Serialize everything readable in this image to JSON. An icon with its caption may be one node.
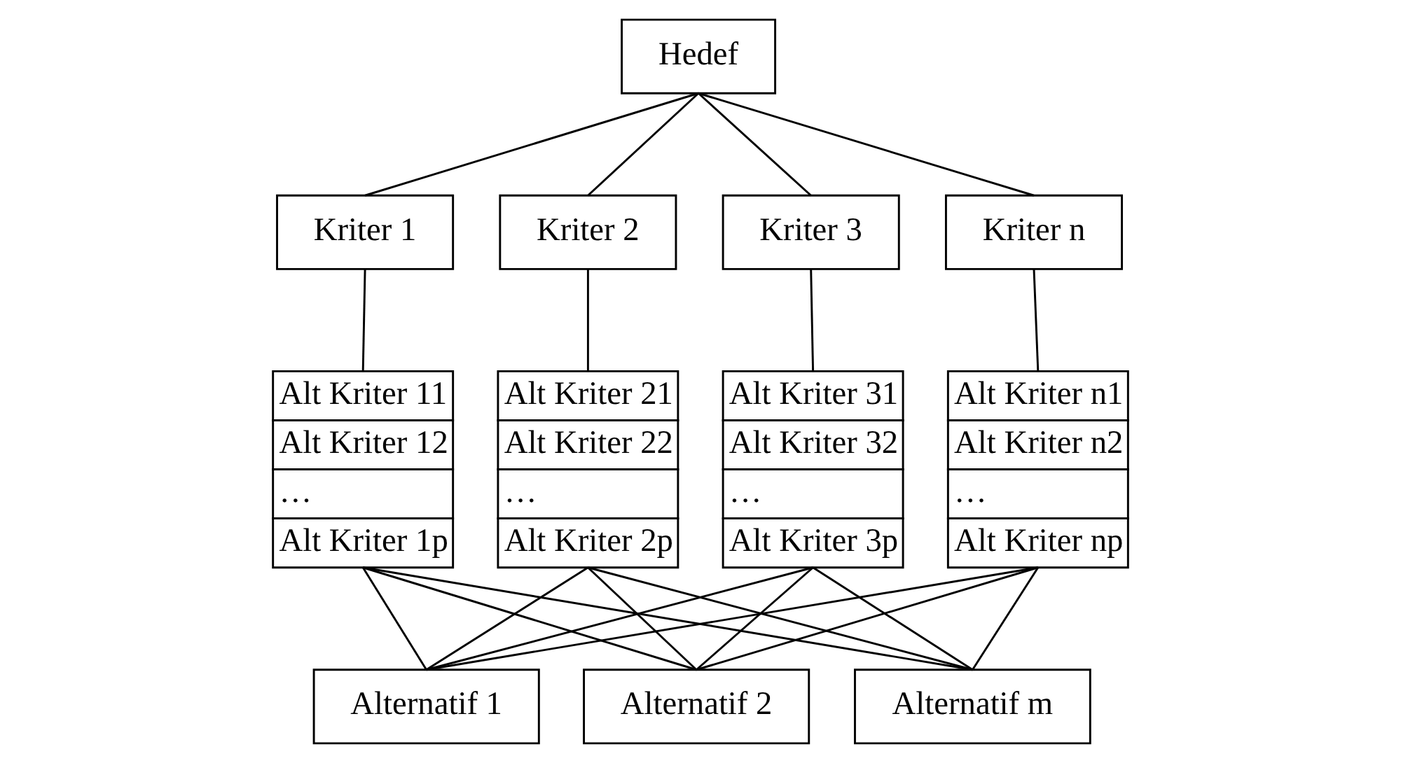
{
  "diagram": {
    "nodes": [
      {
        "text": [
          "Hedef"
        ]
      },
      {
        "text": [
          "Kriter 1"
        ]
      },
      {
        "text": [
          "Kriter 2"
        ]
      },
      {
        "text": [
          "Kriter 3"
        ]
      },
      {
        "text": [
          "Kriter n"
        ]
      },
      {
        "text": [
          "Alt Kriter 11",
          "Alt Kriter 12",
          "…",
          "Alt Kriter 1p"
        ]
      },
      {
        "text": [
          "Alt Kriter 21",
          "Alt Kriter 22",
          "…",
          "Alt Kriter 2p"
        ]
      },
      {
        "text": [
          "Alt Kriter 31",
          "Alt Kriter 32",
          "…",
          "Alt Kriter 3p"
        ]
      },
      {
        "text": [
          "Alt Kriter n1",
          "Alt Kriter n2",
          "…",
          "Alt Kriter np"
        ]
      },
      {
        "text": [
          "Alternatif 1"
        ]
      },
      {
        "text": [
          "Alternatif 2"
        ]
      },
      {
        "text": [
          "Alternatif m"
        ]
      }
    ],
    "edges": [
      {
        "from": 0,
        "to": 1,
        "arrow": "none"
      },
      {
        "from": 0,
        "to": 2,
        "arrow": "none"
      },
      {
        "from": 0,
        "to": 3,
        "arrow": "none"
      },
      {
        "from": 0,
        "to": 4,
        "arrow": "none"
      },
      {
        "from": 1,
        "to": 5,
        "arrow": "none"
      },
      {
        "from": 2,
        "to": 6,
        "arrow": "none"
      },
      {
        "from": 3,
        "to": 7,
        "arrow": "none"
      },
      {
        "from": 4,
        "to": 8,
        "arrow": "none"
      },
      {
        "from": 5,
        "to": 9,
        "arrow": "none"
      },
      {
        "from": 5,
        "to": 10,
        "arrow": "none"
      },
      {
        "from": 5,
        "to": 11,
        "arrow": "none"
      },
      {
        "from": 6,
        "to": 9,
        "arrow": "none"
      },
      {
        "from": 6,
        "to": 10,
        "arrow": "none"
      },
      {
        "from": 6,
        "to": 11,
        "arrow": "none"
      },
      {
        "from": 7,
        "to": 9,
        "arrow": "none"
      },
      {
        "from": 7,
        "to": 10,
        "arrow": "none"
      },
      {
        "from": 7,
        "to": 11,
        "arrow": "none"
      },
      {
        "from": 8,
        "to": 9,
        "arrow": "none"
      },
      {
        "from": 8,
        "to": 10,
        "arrow": "none"
      },
      {
        "from": 8,
        "to": 11,
        "arrow": "none"
      }
    ]
  }
}
